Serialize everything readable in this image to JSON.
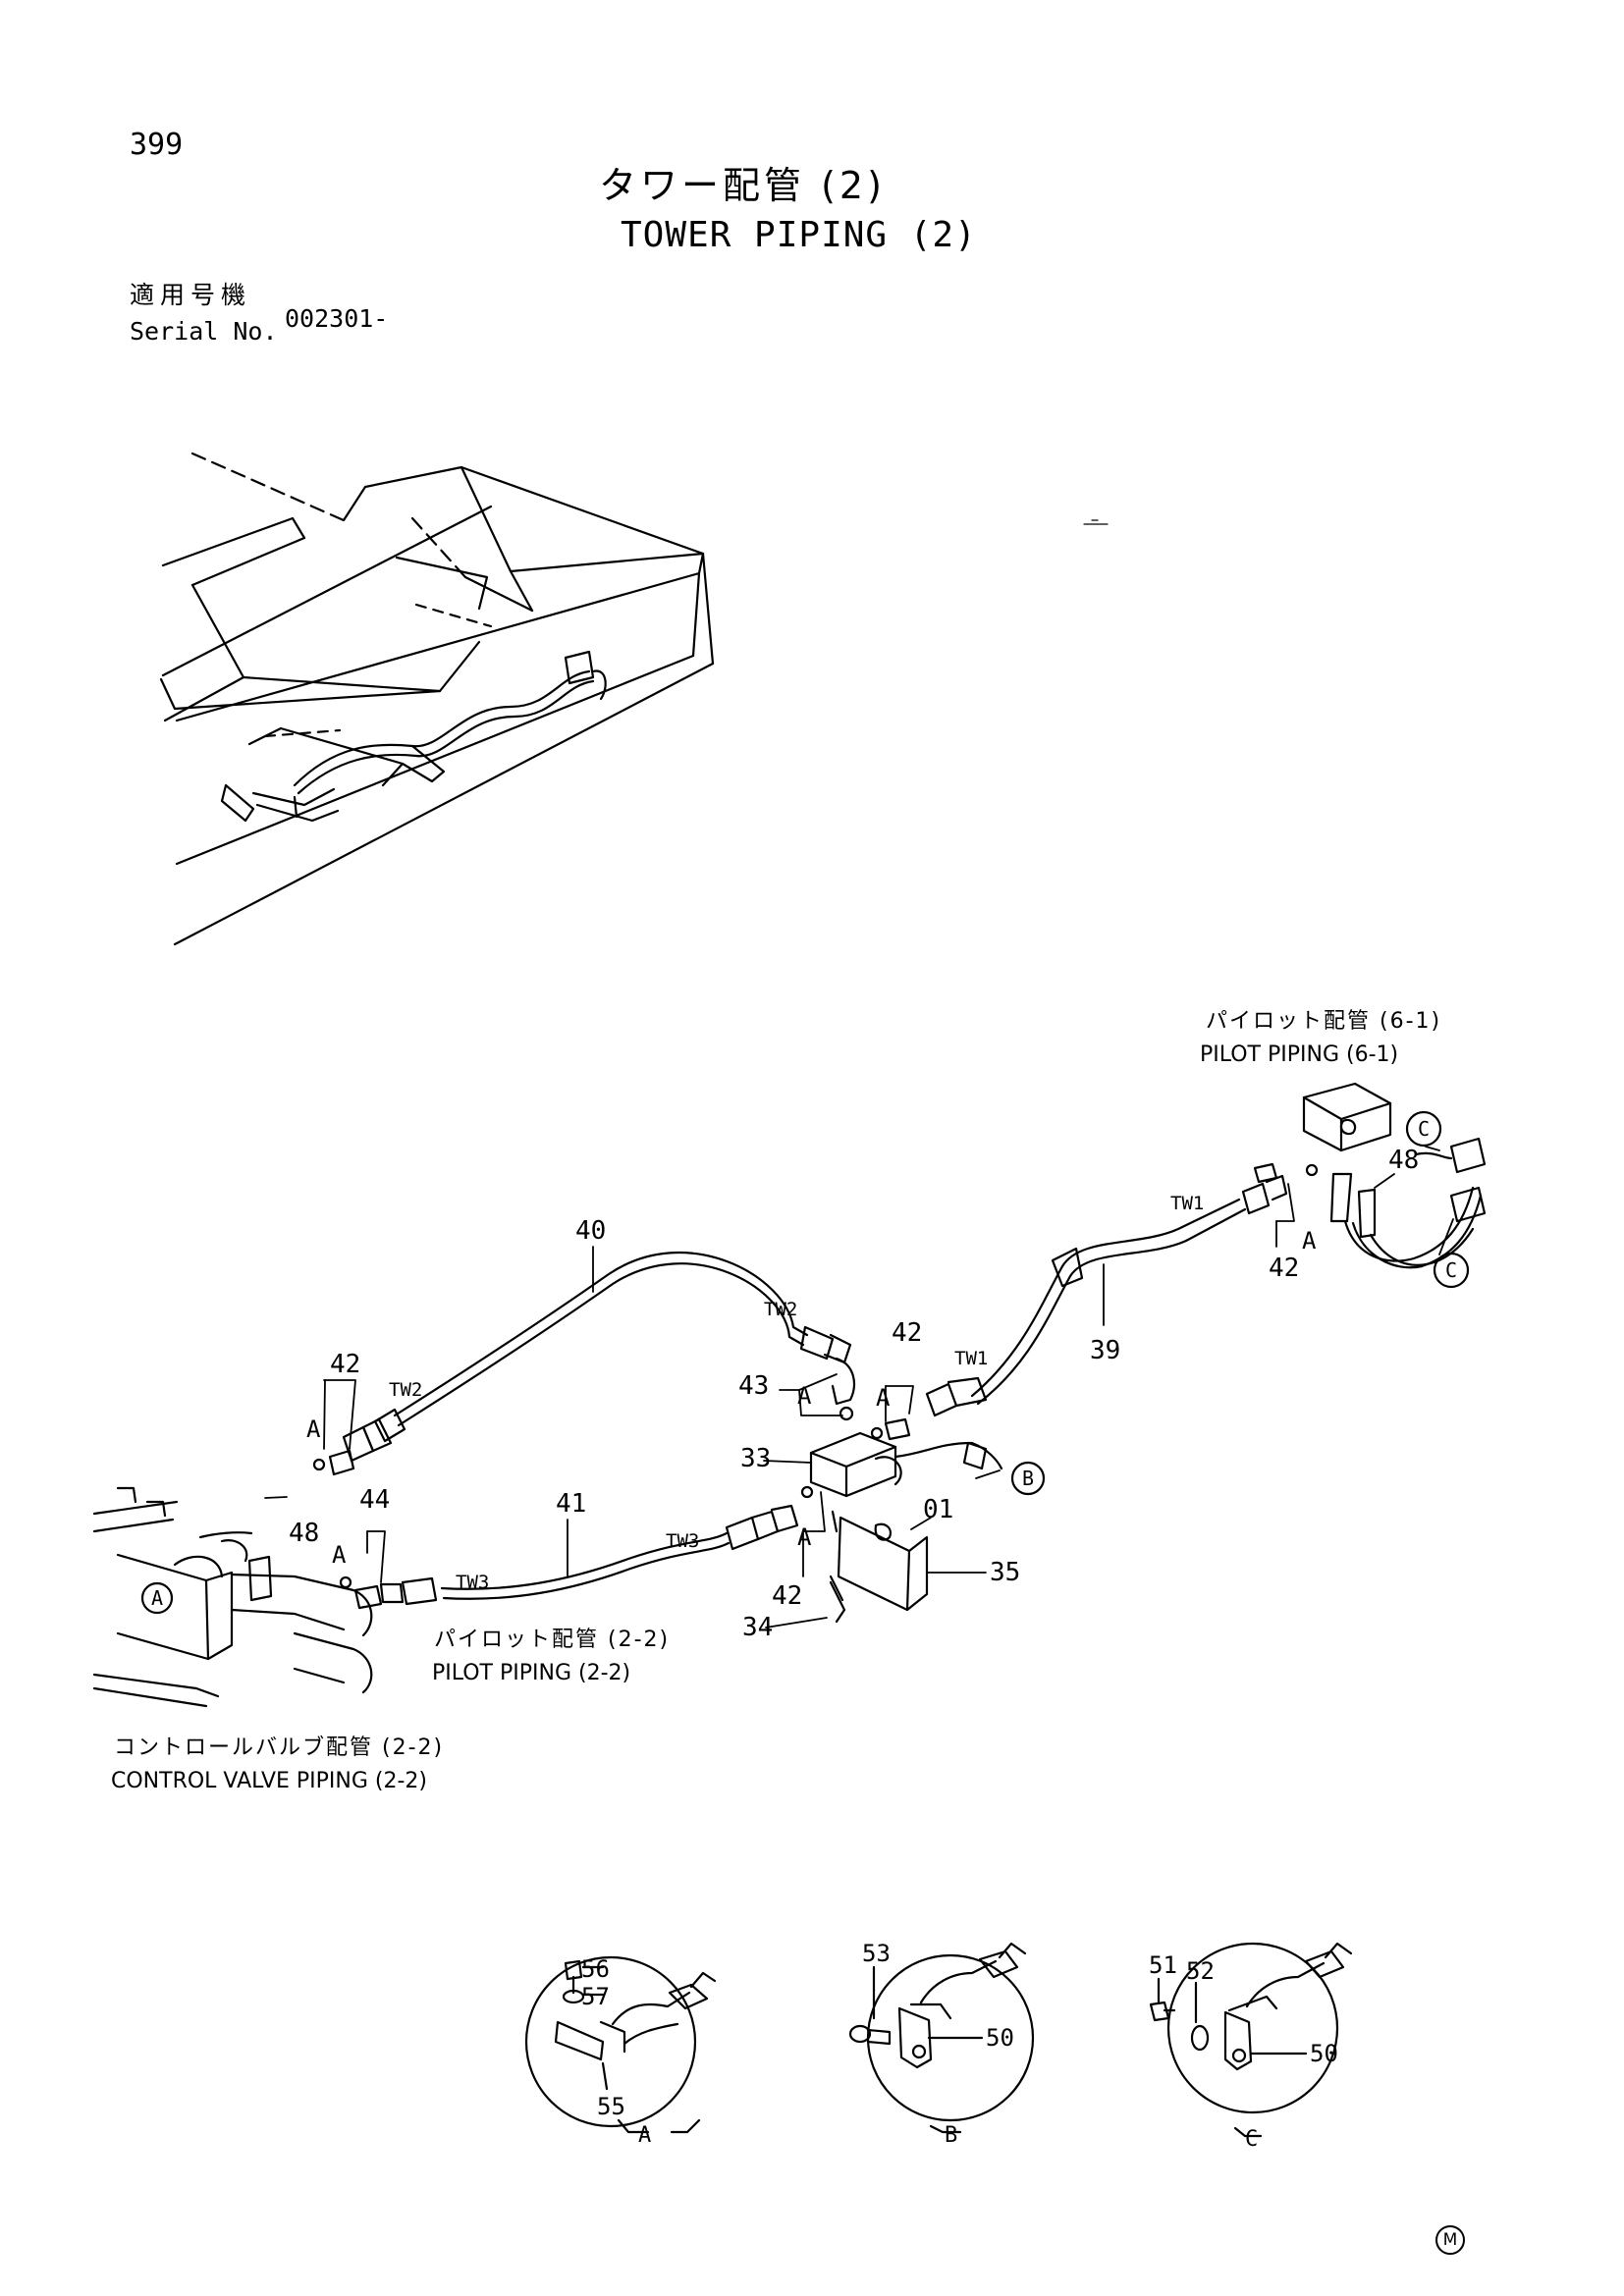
{
  "header": {
    "page_number": "399",
    "title_jp": "タワー配管 (2)",
    "title_en": "TOWER PIPING (2)",
    "serial_label_jp": "適用号機",
    "serial_label_en": "Serial No.",
    "serial_value": "002301-"
  },
  "references": {
    "pilot_6_1_jp": "パイロット配管 (6-1)",
    "pilot_6_1_en": "PILOT PIPING (6-1)",
    "pilot_2_2_jp": "パイロット配管 (2-2)",
    "pilot_2_2_en": "PILOT PIPING (2-2)",
    "control_valve_jp": "コントロールバルブ配管 (2-2)",
    "control_valve_en": "CONTROL VALVE PIPING (2-2)"
  },
  "callouts": {
    "c40": "40",
    "c41": "41",
    "c39": "39",
    "c42a": "42",
    "c42b": "42",
    "c42c": "42",
    "c42d": "42",
    "c43": "43",
    "c33": "33",
    "c34": "34",
    "c35": "35",
    "c01": "01",
    "c44": "44",
    "c48a": "48",
    "c48b": "48"
  },
  "hose_tags": {
    "tw1_a": "TW1",
    "tw1_b": "TW1",
    "tw2_a": "TW2",
    "tw2_b": "TW2",
    "tw3_a": "TW3",
    "tw3_b": "TW3"
  },
  "view_markers": {
    "a1": "A",
    "a2": "A",
    "a3": "A",
    "a4": "A",
    "a5": "A",
    "a6": "A",
    "b1": "B",
    "c1": "C",
    "c2": "C"
  },
  "detail_views": {
    "a": {
      "label": "A",
      "parts": [
        "56",
        "57",
        "55"
      ]
    },
    "b": {
      "label": "B",
      "parts": [
        "53",
        "50"
      ]
    },
    "c": {
      "label": "C",
      "parts": [
        "51",
        "52",
        "50"
      ]
    }
  },
  "footer": {
    "symbol": "M"
  }
}
